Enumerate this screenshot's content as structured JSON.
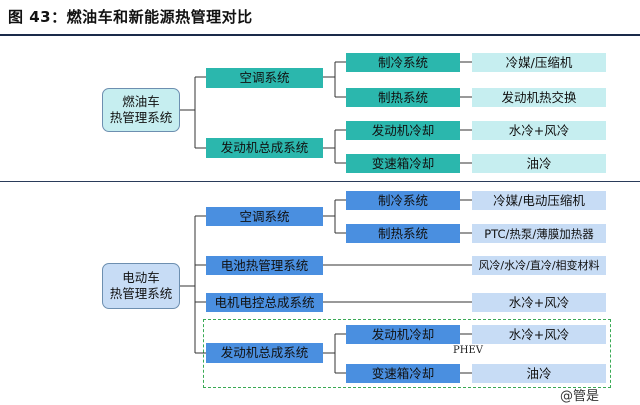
{
  "title": "图 43：燃油车和新能源热管理对比",
  "fuel": {
    "root": "燃油车\n热管理系统",
    "ac": "空调系统",
    "cooling": "制冷系统",
    "cooling_detail": "冷媒/压缩机",
    "heating": "制热系统",
    "heating_detail": "发动机热交换",
    "engine_assembly": "发动机总成系统",
    "engine_cooling": "发动机冷却",
    "engine_cooling_detail": "水冷+风冷",
    "gearbox_cooling": "变速箱冷却",
    "gearbox_cooling_detail": "油冷"
  },
  "ev": {
    "root": "电动车\n热管理系统",
    "ac": "空调系统",
    "cooling": "制冷系统",
    "cooling_detail": "冷媒/电动压缩机",
    "heating": "制热系统",
    "heating_detail": "PTC/热泵/薄膜加热器",
    "battery": "电池热管理系统",
    "battery_detail": "风冷/水冷/直冷/相变材料",
    "motor": "电机电控总成系统",
    "motor_detail": "水冷+风冷",
    "engine_assembly": "发动机总成系统",
    "engine_cooling": "发动机冷却",
    "engine_cooling_detail": "水冷+风冷",
    "gearbox_cooling": "变速箱冷却",
    "gearbox_cooling_detail": "油冷",
    "phev_label": "PHEV"
  },
  "watermark": "@管是",
  "colors": {
    "teal_dark": "#2bb7ad",
    "teal_light": "#c6eef0",
    "blue_dark": "#4a8fe0",
    "blue_light": "#c7dcf5",
    "dash_green": "#3aaa55"
  }
}
